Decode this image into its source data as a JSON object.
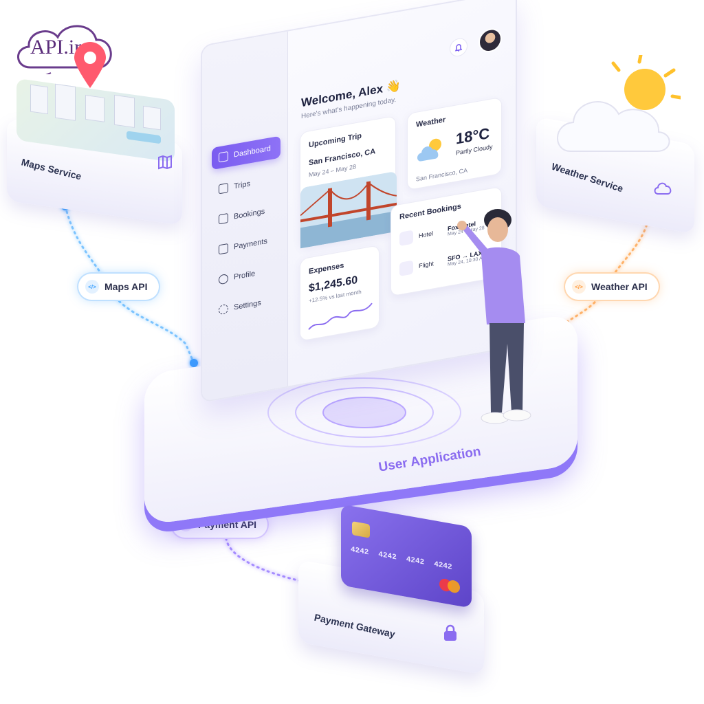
{
  "brand": {
    "logo_text": "API.ir"
  },
  "app": {
    "welcome": "Welcome, Alex",
    "welcome_emoji": "👋",
    "subtitle": "Here's what's happening today.",
    "sidebar": [
      {
        "label": "Dashboard",
        "icon": "grid-icon",
        "active": true
      },
      {
        "label": "Trips",
        "icon": "suitcase-icon"
      },
      {
        "label": "Bookings",
        "icon": "calendar-icon"
      },
      {
        "label": "Payments",
        "icon": "wallet-icon"
      },
      {
        "label": "Profile",
        "icon": "user-icon"
      },
      {
        "label": "Settings",
        "icon": "gear-icon"
      }
    ],
    "trip": {
      "title": "Upcoming Trip",
      "city": "San Francisco, CA",
      "dates": "May 24 – May 28"
    },
    "weather": {
      "title": "Weather",
      "temp": "18°C",
      "condition": "Partly Cloudy",
      "location": "San Francisco, CA"
    },
    "expenses": {
      "title": "Expenses",
      "amount": "$1,245.60",
      "change": "+12.5% vs last month"
    },
    "bookings": {
      "title": "Recent Bookings",
      "items": [
        {
          "type": "Hotel",
          "name": "Fox Hotel",
          "detail": "May 24 – May 28"
        },
        {
          "type": "Flight",
          "name": "SFO → LAX",
          "detail": "May 24, 10:30 AM"
        }
      ]
    }
  },
  "services": {
    "maps": "Maps Service",
    "weather": "Weather Service",
    "payment": "Payment Gateway",
    "user_app": "User Application"
  },
  "apis": {
    "maps": "Maps API",
    "weather": "Weather API",
    "payment": "Payment API",
    "code_glyph": "</>"
  },
  "card": {
    "number_groups": [
      "4242",
      "4242",
      "4242",
      "4242"
    ]
  },
  "colors": {
    "accent": "#7a5cf0",
    "maps": "#3aa0ff",
    "weather": "#ff9a3c",
    "payment": "#8a5cf5"
  }
}
